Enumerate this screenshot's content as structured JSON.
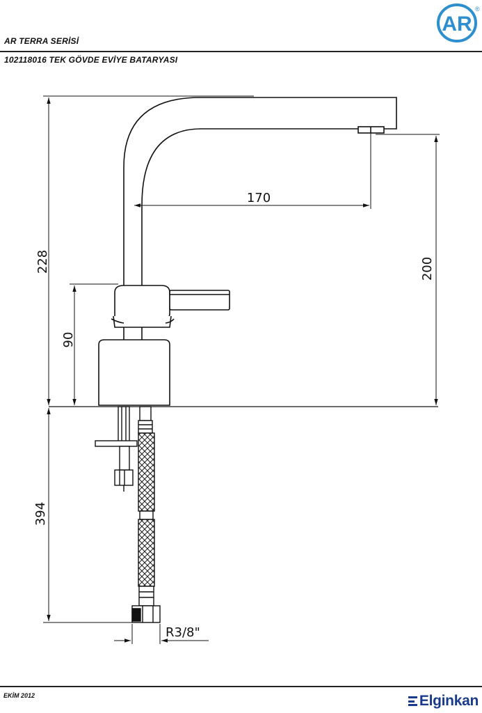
{
  "header": {
    "series": "AR TERRA SERİSİ",
    "product": "102118016 TEK GÖVDE EVİYE BATARYASI"
  },
  "logo": {
    "text": "AR",
    "mark": "®",
    "color": "#2e8fd0"
  },
  "dimensions": {
    "height_total": "228",
    "spout_height": "200",
    "spout_reach": "170",
    "body_height": "90",
    "hose_length": "394",
    "thread": "R3/8\""
  },
  "footer": {
    "date": "EKİM 2012",
    "brand": "Elginkan",
    "brand_color": "#1a3b8c"
  }
}
